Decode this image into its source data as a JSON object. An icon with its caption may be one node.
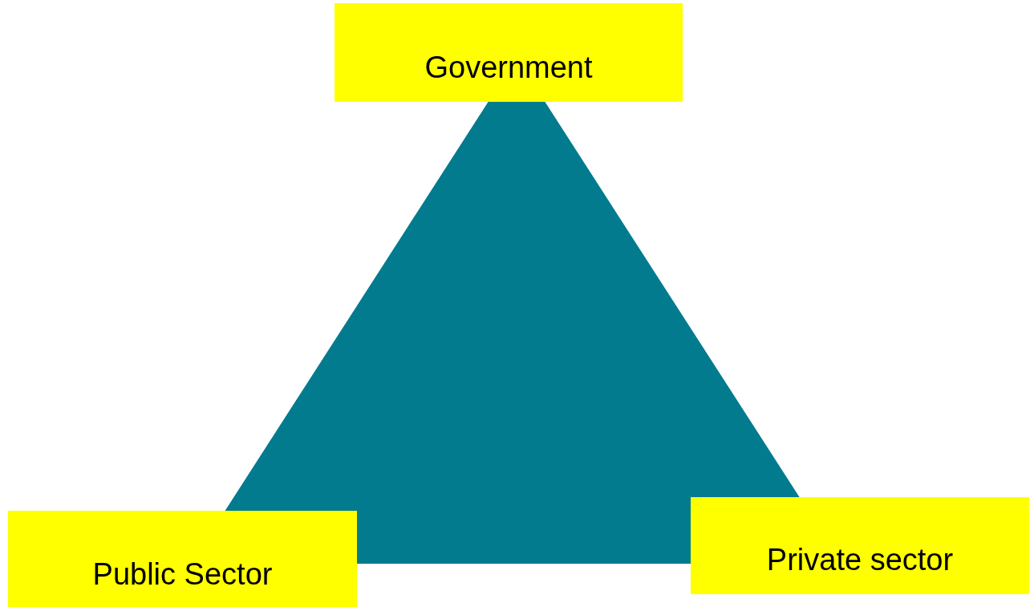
{
  "diagram": {
    "nodes": [
      {
        "text": [
          "Government"
        ]
      },
      {
        "text": [
          "Public Sector"
        ]
      },
      {
        "text": [
          "Private sector"
        ]
      }
    ]
  }
}
